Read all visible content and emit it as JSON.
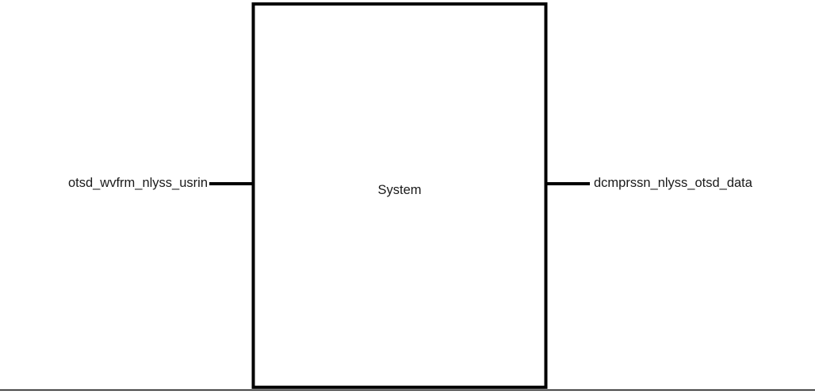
{
  "diagram": {
    "block": {
      "label": "System"
    },
    "input": {
      "label": "otsd_wvfrm_nlyss_usrin"
    },
    "output": {
      "label": "dcmprssn_nlyss_otsd_data"
    }
  },
  "colors": {
    "stroke": "#000000",
    "text": "#1a1a1a",
    "background": "#ffffff"
  }
}
